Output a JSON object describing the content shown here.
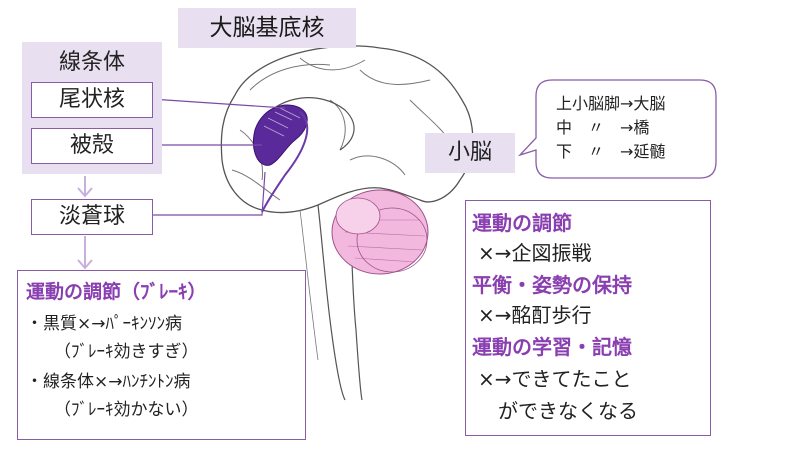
{
  "title": "大脳基底核",
  "striatum": {
    "label": "線条体",
    "caudate": "尾状核",
    "putamen": "被殻"
  },
  "globus_pallidus": "淡蒼球",
  "cerebellum": {
    "label": "小脳",
    "peduncles": [
      "上小脳脚→大脳",
      "中　〃　→橋",
      "下　〃　→延髄"
    ]
  },
  "basal_ganglia_box": {
    "heading": "運動の調節（ﾌﾞﾚｰｷ）",
    "lines": [
      "・黒質×→ﾊﾟｰｷﾝｿﾝ病",
      "（ﾌﾞﾚｰｷ効きすぎ）",
      "・線条体×→ﾊﾝﾁﾝﾄﾝ病",
      "（ﾌﾞﾚｰｷ効かない）"
    ]
  },
  "cerebellum_box": {
    "heading1": "運動の調節",
    "line1": "×→企図振戦",
    "heading2": "平衡・姿勢の保持",
    "line2": "×→酩酊歩行",
    "heading3": "運動の学習・記憶",
    "line3": "×→できてたこと",
    "line4": "ができなくなる"
  },
  "colors": {
    "accent": "#8a3fb0",
    "band": "#e8dff0",
    "border": "#8a5ca8",
    "striatum_fill": "#5a2a9a",
    "cerebellum_fill": "#f2b8de"
  }
}
